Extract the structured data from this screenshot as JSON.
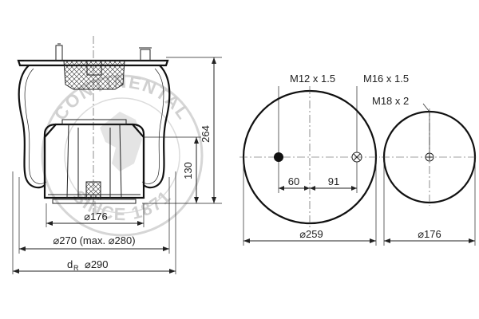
{
  "side_view": {
    "height_overall": "264",
    "height_piston": "130",
    "dia_piston": "⌀176",
    "dia_bellow": "⌀270 (max. ⌀280)",
    "dia_reference_symbol": "d",
    "dia_reference_sub": "R",
    "dia_reference_value": "⌀290"
  },
  "top_plate": {
    "thread_1": "M12 x 1.5",
    "thread_2": "M16 x 1.5",
    "offset_1": "60",
    "offset_2": "91",
    "diameter": "⌀259"
  },
  "bottom_plate": {
    "thread": "M18 x 2",
    "diameter": "⌀176"
  },
  "watermark": {
    "text_top": "CONTINENTAL",
    "text_bottom": "SINCE 1871"
  }
}
